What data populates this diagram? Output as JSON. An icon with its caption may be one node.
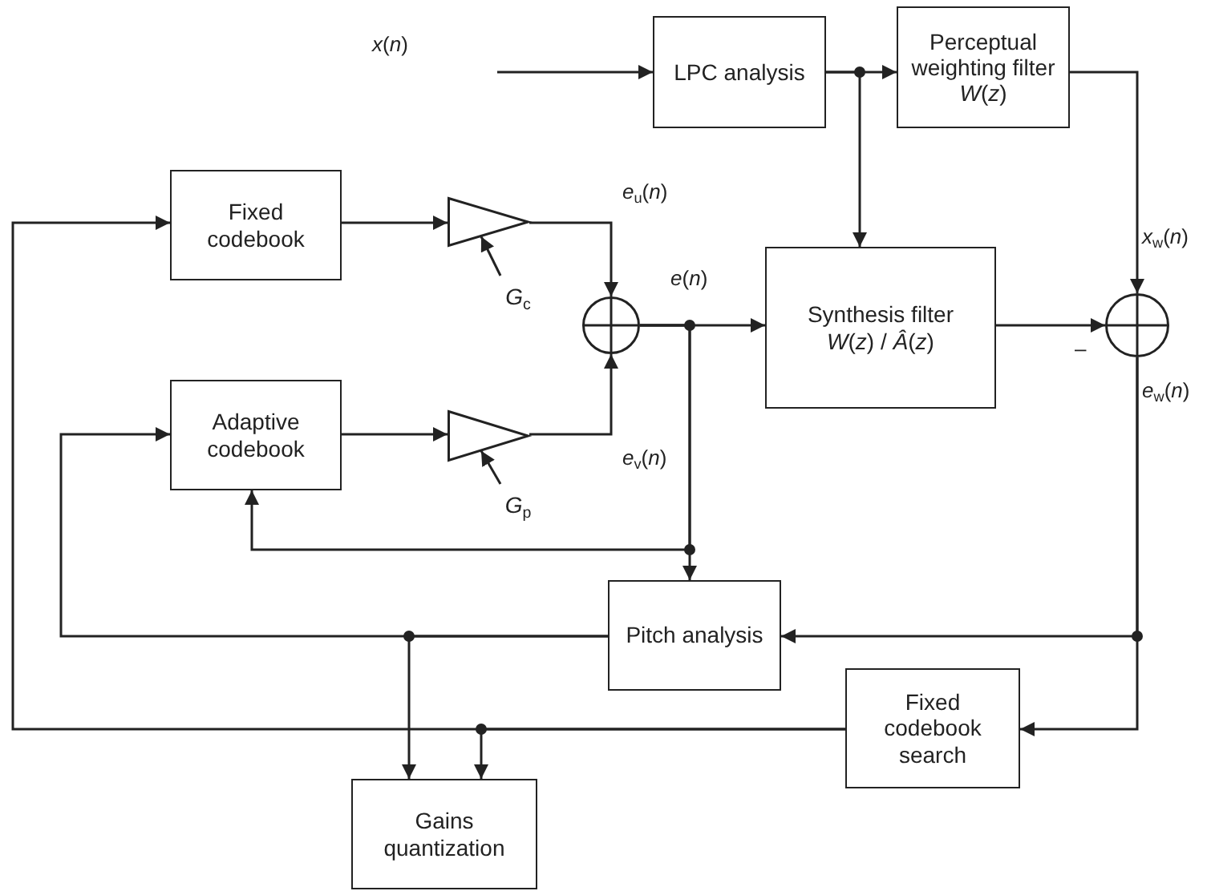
{
  "diagram": {
    "nodes": [
      {
        "text": [
          "LPC analysis"
        ]
      },
      {
        "text": [
          "Perceptual weighting filter *W*(*z*)"
        ]
      },
      {
        "text": [
          "Fixed codebook"
        ]
      },
      {
        "text": [],
        "shape": "triangle"
      },
      {
        "text": [
          "*G*$_{c}$"
        ]
      },
      {
        "text": [],
        "shape": "circle"
      },
      {
        "text": [
          "Synthesis filter",
          "*W*(*z*) / *Â*(*z*)"
        ]
      },
      {
        "text": [],
        "shape": "circle"
      },
      {
        "text": [
          "Adaptive codebook"
        ]
      },
      {
        "text": [],
        "shape": "triangle"
      },
      {
        "text": [
          "*G*$_{p}$"
        ]
      },
      {
        "text": [
          "Pitch analysis"
        ]
      },
      {
        "text": [
          "Fixed codebook search"
        ]
      },
      {
        "text": [
          "Gains quantization"
        ]
      }
    ],
    "edges": [
      {
        "from": null,
        "to": 0,
        "arrow": "to"
      },
      {
        "from": 0,
        "to": 1,
        "arrow": "to"
      },
      {
        "from": 0,
        "to": 6,
        "arrow": "to"
      },
      {
        "from": 1,
        "to": 7,
        "arrow": "to"
      },
      {
        "from": 2,
        "to": 3,
        "arrow": "to"
      },
      {
        "from": 3,
        "to": 5,
        "arrow": "to"
      },
      {
        "from": 4,
        "to": 3,
        "arrow": "to"
      },
      {
        "from": 8,
        "to": 9,
        "arrow": "to"
      },
      {
        "from": 9,
        "to": 5,
        "arrow": "to"
      },
      {
        "from": 10,
        "to": 9,
        "arrow": "to"
      },
      {
        "from": 5,
        "to": 6,
        "arrow": "to"
      },
      {
        "from": 6,
        "to": 7,
        "arrow": "to"
      },
      {
        "from": 5,
        "to": 11,
        "arrow": "to"
      },
      {
        "from": 5,
        "to": 8,
        "arrow": "to"
      },
      {
        "from": 7,
        "to": 11,
        "arrow": "to"
      },
      {
        "from": 7,
        "to": 12,
        "arrow": "to"
      },
      {
        "from": 11,
        "to": 8,
        "arrow": "to"
      },
      {
        "from": 11,
        "to": 13,
        "arrow": "to"
      },
      {
        "from": 12,
        "to": 2,
        "arrow": "to"
      },
      {
        "from": 12,
        "to": 13,
        "arrow": "to"
      }
    ],
    "labels": [
      "*x*(*n*)",
      "*e*$_{u}$(*n*)",
      "*x*$_{w}$(*n*)",
      "*e*(*n*)",
      "–",
      "*e*$_{w}$(*n*)",
      "*e*$_{v}$(*n*)"
    ]
  }
}
